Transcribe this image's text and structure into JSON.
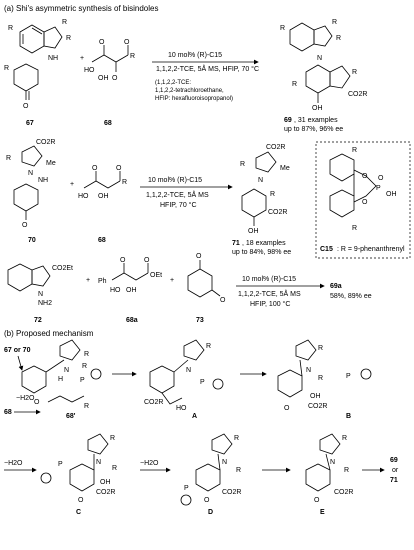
{
  "section_a": {
    "title": "(a) Shi's asymmetric synthesis of bisindoles"
  },
  "section_b": {
    "title": "(b) Proposed mechanism"
  },
  "reaction1": {
    "catalyst": "10 mol% (R)-C15",
    "conditions": "1,1,2,2-TCE, 5Å MS, HFIP, 70 °C",
    "note1": "(1,1,2,2-TCE:",
    "note2": "1,1,2,2-tetrachloroethane,",
    "note3": "HFIP: hexafluoroisopropanol)",
    "reactant1_label": "67",
    "reactant2_label": "68",
    "product_label": "69",
    "product_examples": ", 31 examples",
    "product_yield": "up to 87%, 96% ee"
  },
  "reaction2": {
    "catalyst": "10 mol% (R)-C15",
    "conditions1": "1,1,2,2-TCE, 5Å MS",
    "conditions2": "HFIP, 70 °C",
    "reactant1_label": "70",
    "reactant2_label": "68",
    "product_label": "71",
    "product_examples": ", 18 examples",
    "product_yield": "up to 84%, 98% ee"
  },
  "catalyst_box": {
    "label": "C15",
    "desc": ": R = 9-phenanthrenyl",
    "p": "P",
    "oh": "OH",
    "o": "O",
    "r": "R"
  },
  "reaction3": {
    "catalyst": "10 mol% (R)-C15",
    "conditions1": "1,1,2,2-TCE, 5Å MS",
    "conditions2": "HFIP, 100 °C",
    "reactant1_label": "72",
    "reactant2_label": "68a",
    "reactant3_label": "73",
    "product_label": "69a",
    "product_yield": "58%, 89% ee"
  },
  "mechanism": {
    "start": "67 or 70",
    "water": "−H2O",
    "reagent": "68",
    "int1": "68'",
    "A": "A",
    "B": "B",
    "C": "C",
    "D": "D",
    "E": "E",
    "final1": "69",
    "final_or": "or",
    "final2": "71"
  },
  "atoms": {
    "R": "R",
    "R1": "R",
    "R2": "R",
    "R3": "R",
    "R4": "R",
    "R5": "R",
    "N": "N",
    "NH": "NH",
    "NH2": "NH2",
    "O": "O",
    "OH": "OH",
    "HO": "HO",
    "H": "H",
    "Me": "Me",
    "CO2R": "CO2R",
    "CO2Et": "CO2Et",
    "Ph": "Ph",
    "OEt": "OEt",
    "P": "P"
  }
}
